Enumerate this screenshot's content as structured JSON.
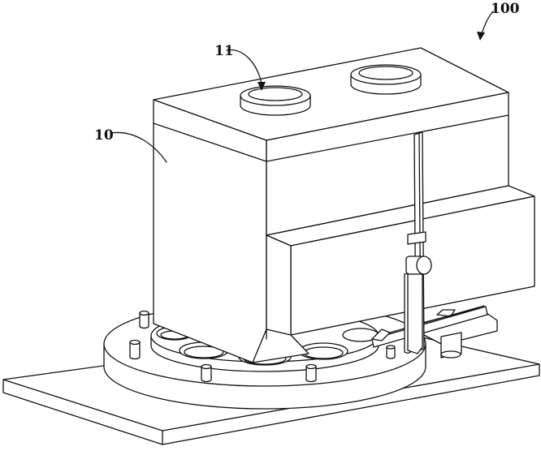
{
  "labels": {
    "assembly": "100",
    "housing": "10",
    "port": "11"
  }
}
